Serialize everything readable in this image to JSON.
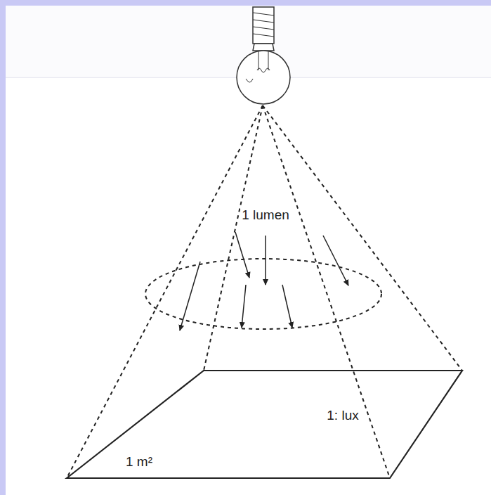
{
  "diagram": {
    "labels": [
      "1 lumen",
      "1: lux",
      "1 m²"
    ]
  }
}
